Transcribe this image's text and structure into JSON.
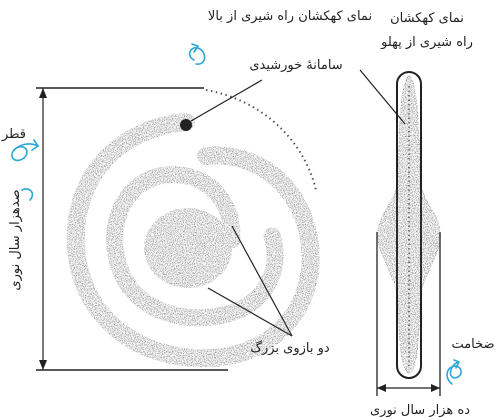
{
  "labels": {
    "top_view": "نمای کهکشان راه شیری از بالا",
    "side_view_line1": "نمای کهکشان",
    "side_view_line2": "راه شیری از پهلو",
    "solar_system": "سامانهٔ خورشیدی",
    "diameter": "قطر",
    "diameter_value": "صدهزار سال نوری",
    "arms": "دو بازوی بزرگ",
    "thickness": "ضخامت",
    "thickness_value": "ده هزار سال نوری"
  },
  "colors": {
    "ink": "#222222",
    "stipple": "#555555",
    "accent": "#2aa7d6",
    "background": "#ffffff"
  },
  "icons": [
    "curly-arrow-icon"
  ]
}
